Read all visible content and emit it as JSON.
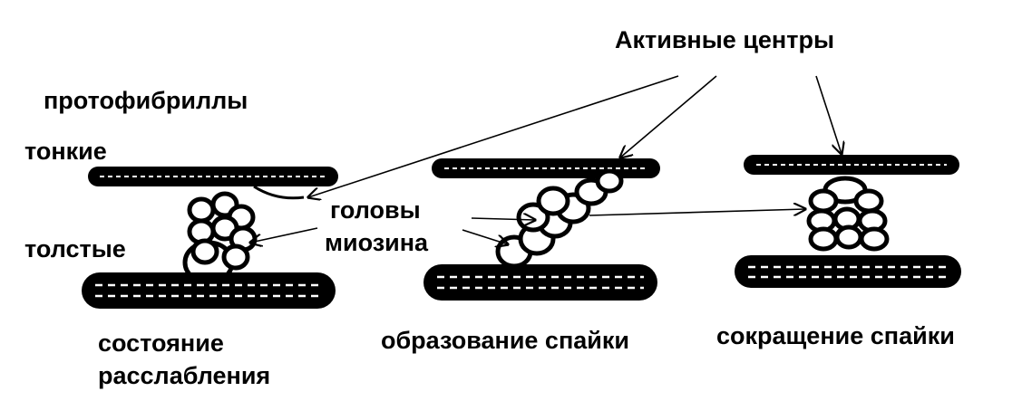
{
  "labels": {
    "active_centers": "Активные центры",
    "protofibrils": "протофибриллы",
    "thin": "тонкие",
    "thick": "толстые",
    "myosin_heads_line1": "головы",
    "myosin_heads_line2": "миозина",
    "relaxation_line1": "состояние",
    "relaxation_line2": "расслабления",
    "adhesion_formation": "образование спайки",
    "adhesion_contraction": "сокращение спайки"
  },
  "colors": {
    "ink": "#000000",
    "background": "#ffffff"
  }
}
